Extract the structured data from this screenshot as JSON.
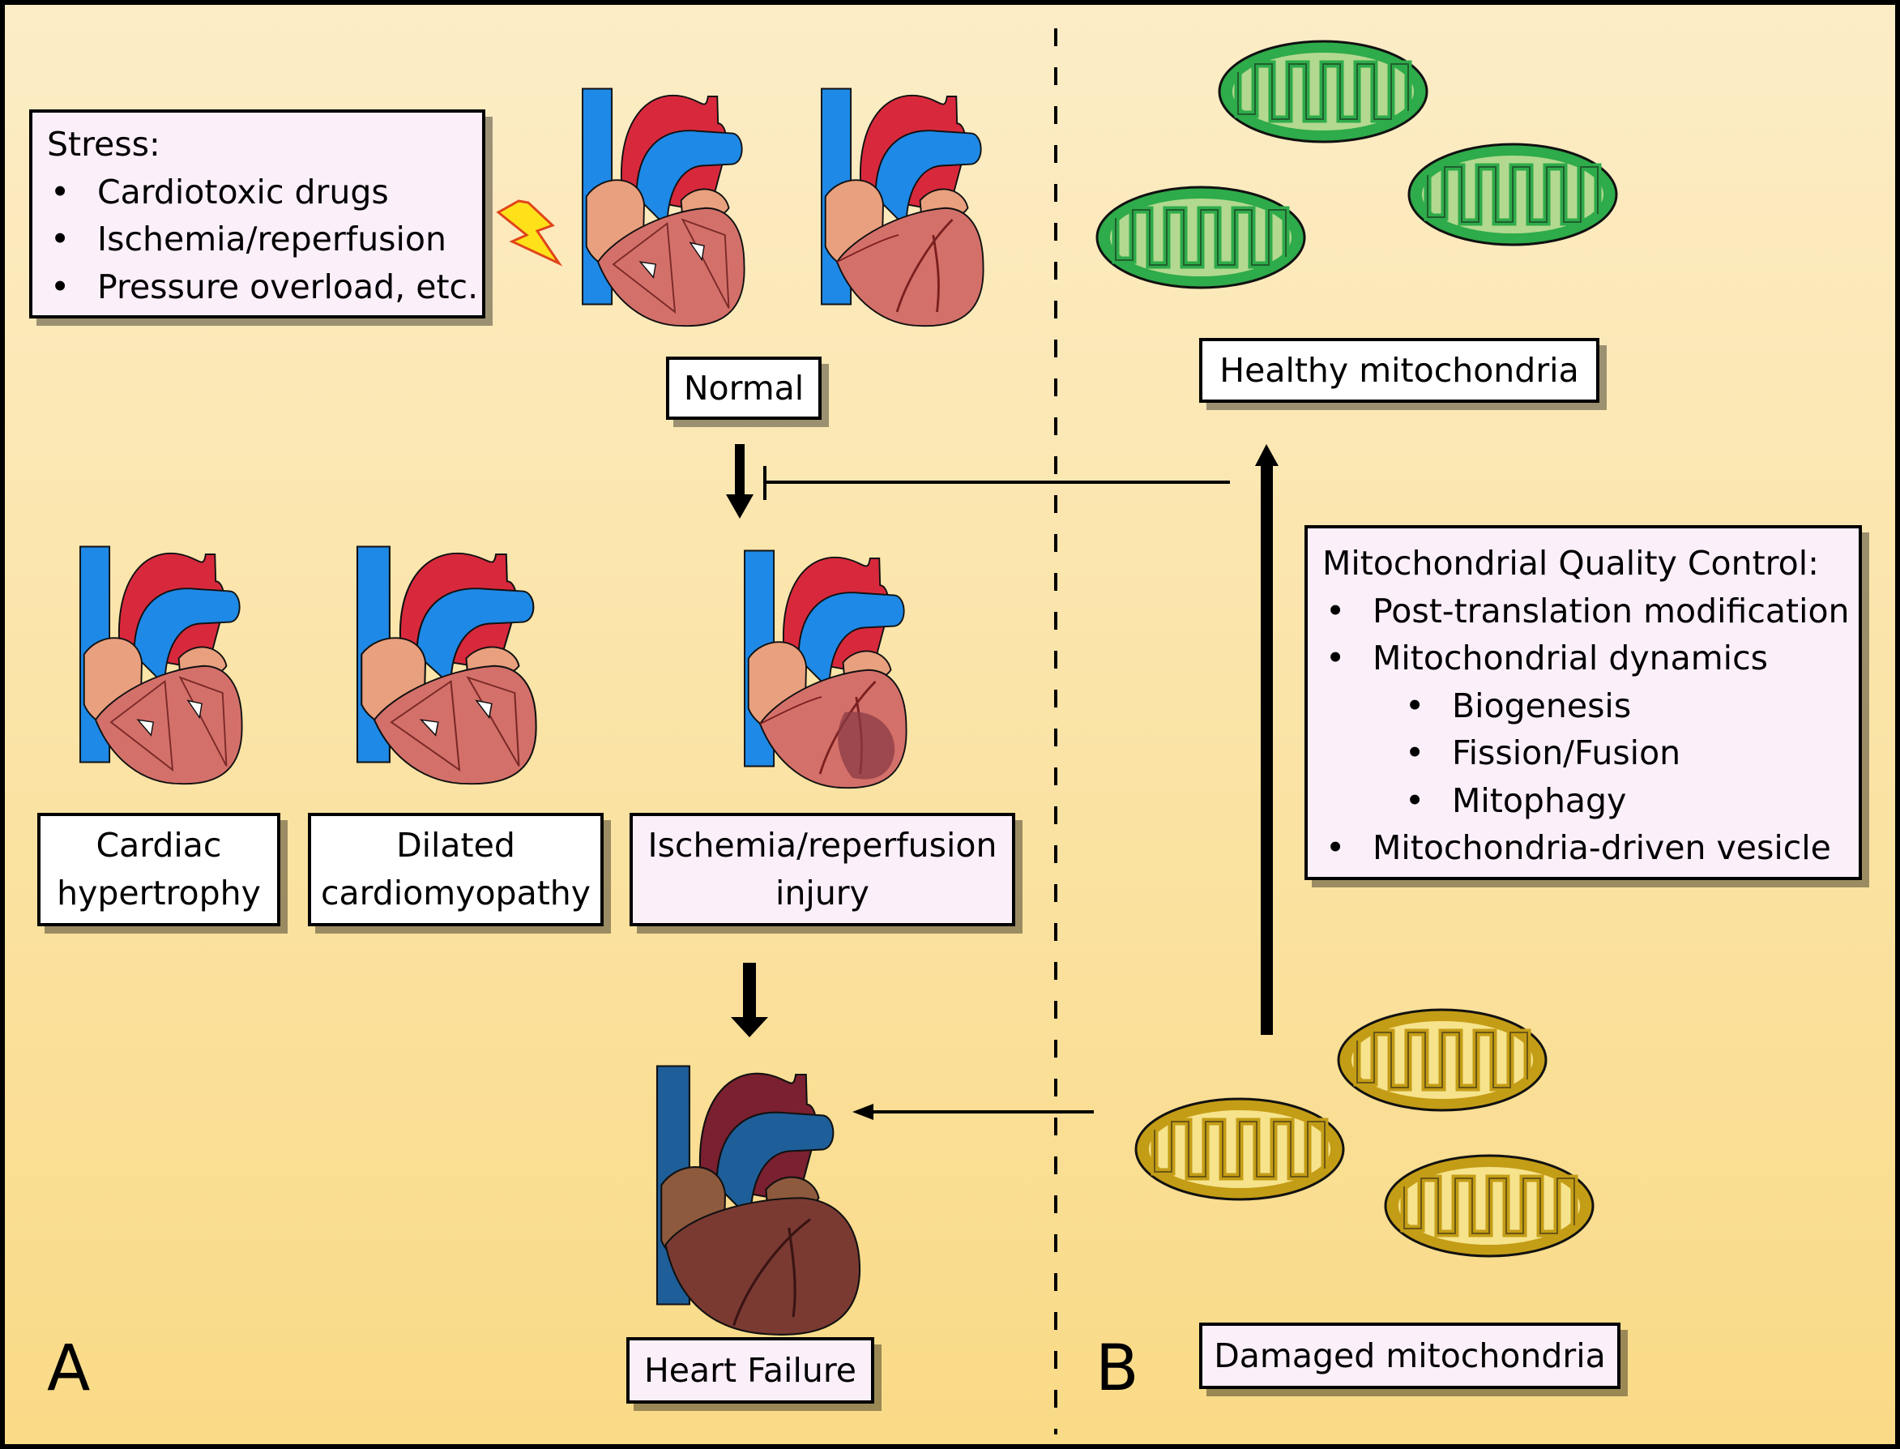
{
  "stress_box": {
    "title": "Stress:",
    "items": [
      "Cardiotoxic drugs",
      "Ischemia/reperfusion",
      "Pressure overload, etc."
    ]
  },
  "labels": {
    "normal": "Normal",
    "cardiac_hypertrophy": [
      "Cardiac",
      "hypertrophy"
    ],
    "dilated_cardiomyopathy": [
      "Dilated",
      "cardiomyopathy"
    ],
    "ischemia_reperfusion_injury": [
      "Ischemia/reperfusion",
      "injury"
    ],
    "heart_failure": "Heart Failure",
    "healthy_mitochondria": "Healthy mitochondria",
    "damaged_mitochondria": "Damaged mitochondria"
  },
  "mqc_box": {
    "title": "Mitochondrial Quality Control:",
    "items": [
      {
        "text": "Post-translation modification",
        "level": 1
      },
      {
        "text": "Mitochondrial dynamics",
        "level": 1
      },
      {
        "text": "Biogenesis",
        "level": 2
      },
      {
        "text": "Fission/Fusion",
        "level": 2
      },
      {
        "text": "Mitophagy",
        "level": 2
      },
      {
        "text": "Mitochondria-driven vesicle",
        "level": 1
      }
    ]
  },
  "panel_letters": {
    "a": "A",
    "b": "B"
  },
  "colors": {
    "background_top": "#fcedc7",
    "background_bottom": "#f9da86",
    "box_fill": "#fbeffa",
    "healthy_mito_fill": "#2eab4a",
    "healthy_mito_inner": "#b2d98f",
    "damaged_mito_fill": "#c49d16",
    "damaged_mito_inner": "#f6e38c",
    "aorta_red": "#d8293c",
    "vessel_blue": "#1e89e6",
    "myocardium": "#d4706a",
    "atrium": "#e9a07e",
    "failure_brown": "#7a3a32"
  }
}
